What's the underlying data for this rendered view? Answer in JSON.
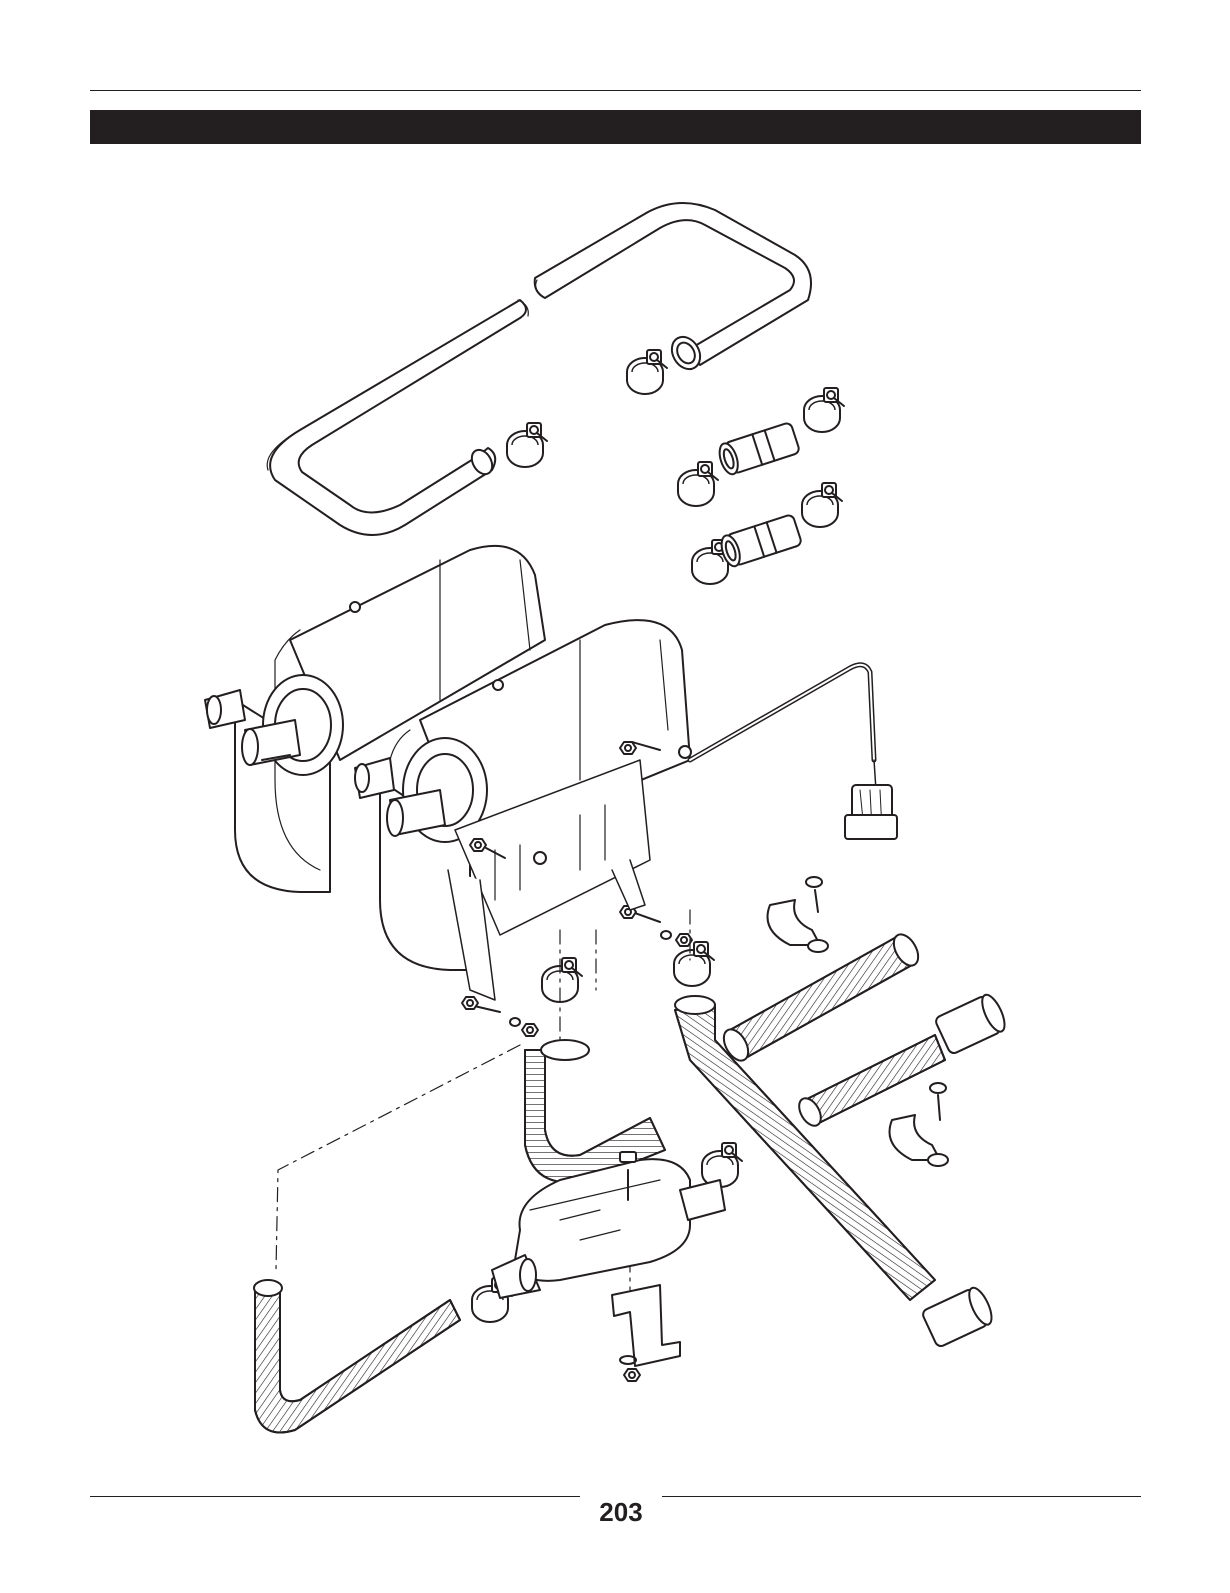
{
  "header": {
    "title": ""
  },
  "footer": {
    "page_number": "203"
  },
  "colors": {
    "ink": "#231f20",
    "paper": "#ffffff"
  },
  "diagram": {
    "type": "exploded-parts-view",
    "parts": [
      "coolant-hose-u-left",
      "coolant-hose-u-right",
      "hose-clamp",
      "hose-connector",
      "heater-unit-rear",
      "heater-unit-front",
      "wiring-harness-connector",
      "exhaust-clamp",
      "exhaust-pipe-flex",
      "exhaust-silencer",
      "mounting-bracket",
      "combustion-air-hose",
      "pipe-clip",
      "screw",
      "end-cap"
    ]
  }
}
